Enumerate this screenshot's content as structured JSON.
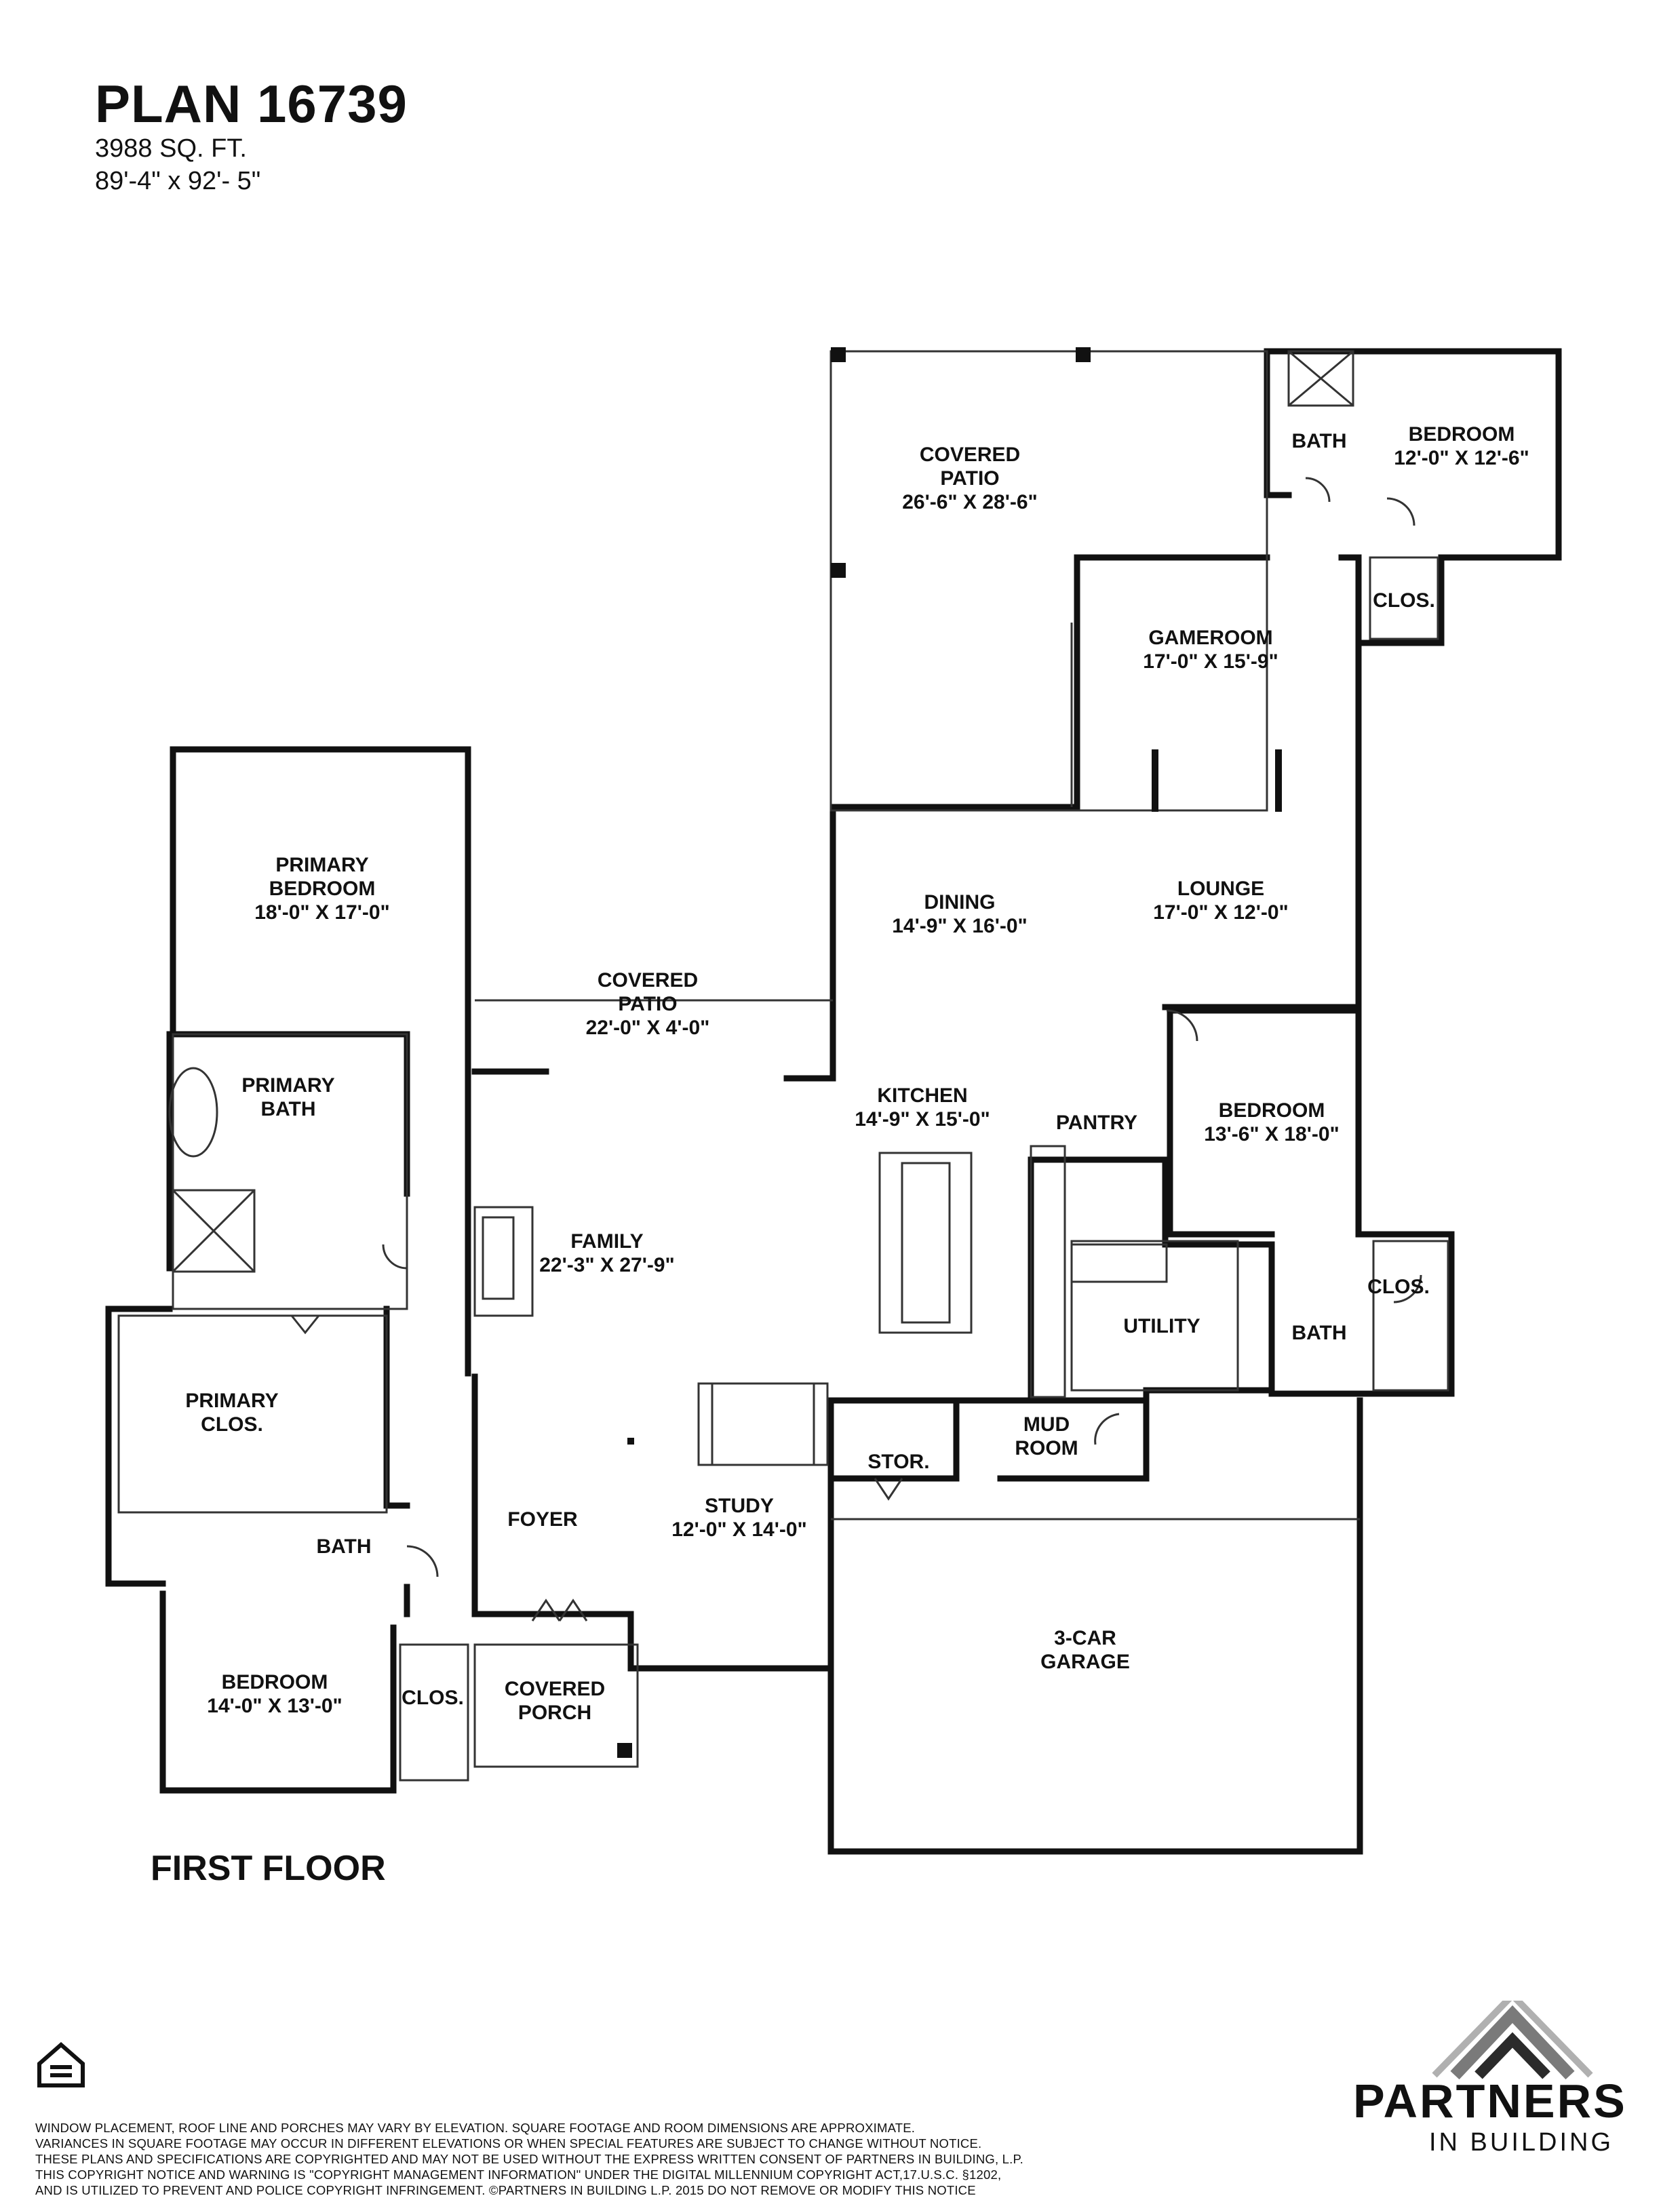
{
  "plan": {
    "title": "PLAN 16739",
    "sqft": "3988 SQ. FT.",
    "dimensions": "89'-4\" x 92'- 5\""
  },
  "floor_label": "FIRST FLOOR",
  "rooms": [
    {
      "id": "covered-patio-rear",
      "name": "COVERED\nPATIO",
      "size": "26'-6\" X 28'-6\""
    },
    {
      "id": "bath-guest-ne",
      "name": "BATH",
      "size": ""
    },
    {
      "id": "bedroom-ne",
      "name": "BEDROOM",
      "size": "12'-0\" X 12'-6\""
    },
    {
      "id": "clos-ne",
      "name": "CLOS.",
      "size": ""
    },
    {
      "id": "gameroom",
      "name": "GAMEROOM",
      "size": "17'-0\" X 15'-9\""
    },
    {
      "id": "primary-bedroom",
      "name": "PRIMARY\nBEDROOM",
      "size": "18'-0\" X 17'-0\""
    },
    {
      "id": "dining",
      "name": "DINING",
      "size": "14'-9\" X 16'-0\""
    },
    {
      "id": "lounge",
      "name": "LOUNGE",
      "size": "17'-0\" X 12'-0\""
    },
    {
      "id": "covered-patio-side",
      "name": "COVERED\nPATIO",
      "size": "22'-0\" X 4'-0\""
    },
    {
      "id": "primary-bath",
      "name": "PRIMARY\nBATH",
      "size": ""
    },
    {
      "id": "kitchen",
      "name": "KITCHEN",
      "size": "14'-9\" X 15'-0\""
    },
    {
      "id": "pantry",
      "name": "PANTRY",
      "size": ""
    },
    {
      "id": "bedroom-e",
      "name": "BEDROOM",
      "size": "13'-6\" X 18'-0\""
    },
    {
      "id": "family",
      "name": "FAMILY",
      "size": "22'-3\" X 27'-9\""
    },
    {
      "id": "clos-e",
      "name": "CLOS.",
      "size": ""
    },
    {
      "id": "utility",
      "name": "UTILITY",
      "size": ""
    },
    {
      "id": "bath-e",
      "name": "BATH",
      "size": ""
    },
    {
      "id": "primary-clos",
      "name": "PRIMARY\nCLOS.",
      "size": ""
    },
    {
      "id": "mud-room",
      "name": "MUD\nROOM",
      "size": ""
    },
    {
      "id": "stor",
      "name": "STOR.",
      "size": ""
    },
    {
      "id": "foyer",
      "name": "FOYER",
      "size": ""
    },
    {
      "id": "study",
      "name": "STUDY",
      "size": "12'-0\" X 14'-0\""
    },
    {
      "id": "bath-sw",
      "name": "BATH",
      "size": ""
    },
    {
      "id": "garage",
      "name": "3-CAR\nGARAGE",
      "size": ""
    },
    {
      "id": "bedroom-sw",
      "name": "BEDROOM",
      "size": "14'-0\" X 13'-0\""
    },
    {
      "id": "clos-sw",
      "name": "CLOS.",
      "size": ""
    },
    {
      "id": "covered-porch",
      "name": "COVERED\nPORCH",
      "size": ""
    }
  ],
  "disclaimer": [
    "WINDOW PLACEMENT, ROOF LINE AND PORCHES MAY VARY BY ELEVATION.  SQUARE FOOTAGE AND ROOM DIMENSIONS ARE APPROXIMATE.",
    "VARIANCES IN SQUARE FOOTAGE MAY OCCUR IN DIFFERENT ELEVATIONS OR  WHEN SPECIAL FEATURES ARE SUBJECT TO CHANGE WITHOUT NOTICE.",
    "THESE PLANS AND SPECIFICATIONS ARE COPYRIGHTED AND MAY NOT BE USED WITHOUT THE EXPRESS WRITTEN CONSENT OF PARTNERS IN BUILDING, L.P.",
    "THIS COPYRIGHT NOTICE AND WARNING IS \"COPYRIGHT MANAGEMENT INFORMATION\" UNDER THE DIGITAL MILLENNIUM COPYRIGHT ACT,17.U.S.C.        §1202,",
    "AND IS UTILIZED TO PREVENT AND POLICE COPYRIGHT INFRINGEMENT.  ©PARTNERS IN BUILDING L.P.         2015   DO NOT REMOVE OR MODIFY THIS NOTICE"
  ],
  "brand": {
    "name": "PARTNERS",
    "sub": "IN BUILDING"
  },
  "eho_logo_text": "EQUAL HOUSING OPPORTUNITY",
  "colors": {
    "wall": "#111111",
    "thin": "#333333",
    "brand_gray": "#7a7a7a",
    "brand_dark": "#2b2b2b"
  }
}
